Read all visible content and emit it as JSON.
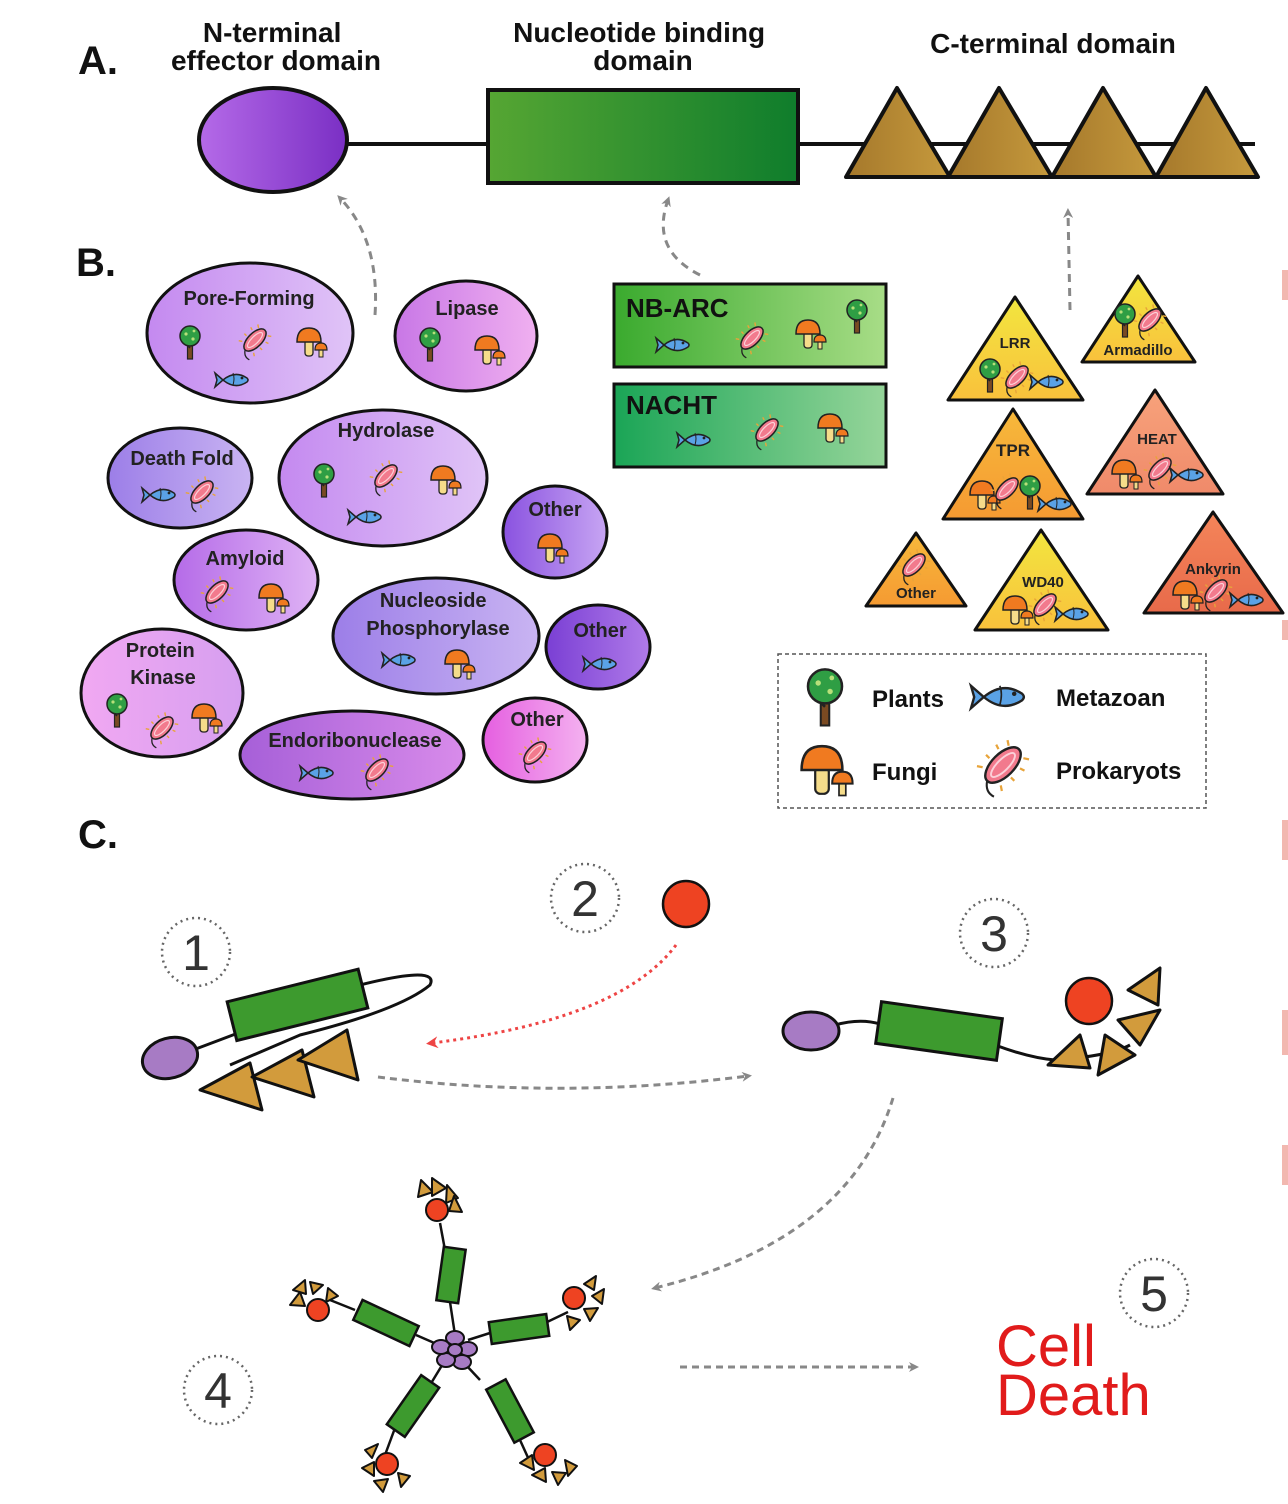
{
  "panels": {
    "a": "A.",
    "b": "B.",
    "c": "C."
  },
  "domains": {
    "n_terminal": [
      "N-terminal",
      "effector domain"
    ],
    "nbd": [
      "Nucleotide binding",
      "domain"
    ],
    "c_terminal": "C-terminal domain"
  },
  "n_effectors": {
    "pore_forming": "Pore-Forming",
    "lipase": "Lipase",
    "death_fold": "Death Fold",
    "hydrolase": "Hydrolase",
    "other_1": "Other",
    "amyloid": "Amyloid",
    "nucleoside_phosphorylase": [
      "Nucleoside",
      "Phosphorylase"
    ],
    "other_2": "Other",
    "protein_kinase": [
      "Protein",
      "Kinase"
    ],
    "endoribonuclease": "Endoribonuclease",
    "other_3": "Other"
  },
  "nb_types": {
    "nb_arc": "NB-ARC",
    "nacht": "NACHT"
  },
  "c_repeats": {
    "lrr": "LRR",
    "armadillo": "Armadillo",
    "tpr": "TPR",
    "heat": "HEAT",
    "other": "Other",
    "wd40": "WD40",
    "ankyrin": "Ankyrin"
  },
  "legend": {
    "plants": "Plants",
    "metazoan": "Metazoan",
    "fungi": "Fungi",
    "prokaryots": "Prokaryots"
  },
  "steps": {
    "s1": "1",
    "s2": "2",
    "s3": "3",
    "s4": "4",
    "s5": "5"
  },
  "cell_death": [
    "Cell",
    "Death"
  ],
  "icons": [
    "tree-icon",
    "bacterium-icon",
    "mushroom-icon",
    "fish-icon"
  ],
  "colors": {
    "effector": "#8a3fd6",
    "nbd": "#1f8a2e",
    "c_terminal": "#b07d2b",
    "ligand": "#ee4322",
    "death_text": "#e11b1b"
  }
}
